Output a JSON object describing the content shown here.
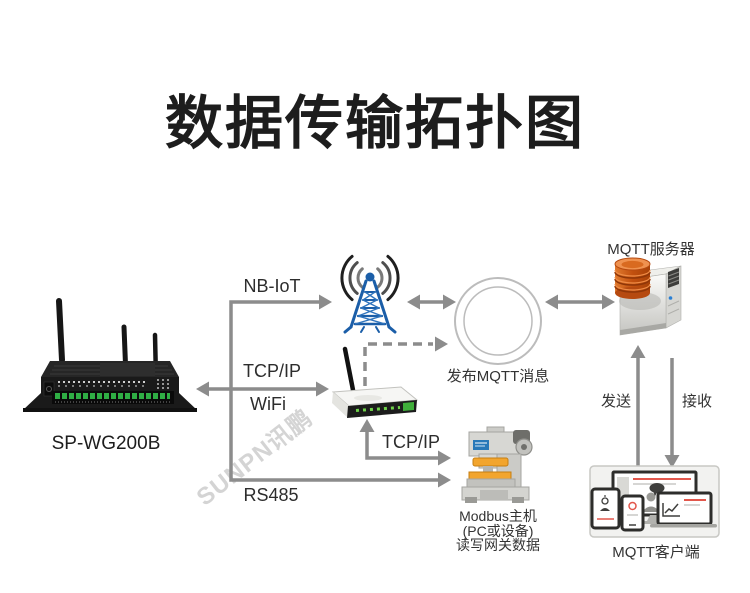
{
  "title": "数据传输拓扑图",
  "watermark": "SUNPN讯鹏",
  "devices": {
    "gateway": {
      "label": "SP-WG200B"
    }
  },
  "connections": {
    "nb_iot": {
      "label": "NB-IoT"
    },
    "tcp_ip_wifi": {
      "label_top": "TCP/IP",
      "label_bottom": "WiFi"
    },
    "tcp_ip_modbus": {
      "label": "TCP/IP"
    },
    "rs485": {
      "label": "RS485"
    },
    "send": {
      "label": "发送"
    },
    "receive": {
      "label": "接收"
    }
  },
  "nodes": {
    "mqtt_publish": {
      "label": "发布MQTT消息"
    },
    "mqtt_server": {
      "label": "MQTT服务器"
    },
    "mqtt_client": {
      "label": "MQTT客户端"
    },
    "modbus_host": {
      "lines": [
        "Modbus主机",
        "(PC或设备)",
        "读写网关数据"
      ]
    }
  },
  "colors": {
    "arrow": "#8c8c8c",
    "title": "#1d1d1d",
    "tower_blue": "#1b5ea8",
    "db_orange": "#cc5c16",
    "accent_red": "#e2574c",
    "machine_orange": "#f2a52e"
  }
}
